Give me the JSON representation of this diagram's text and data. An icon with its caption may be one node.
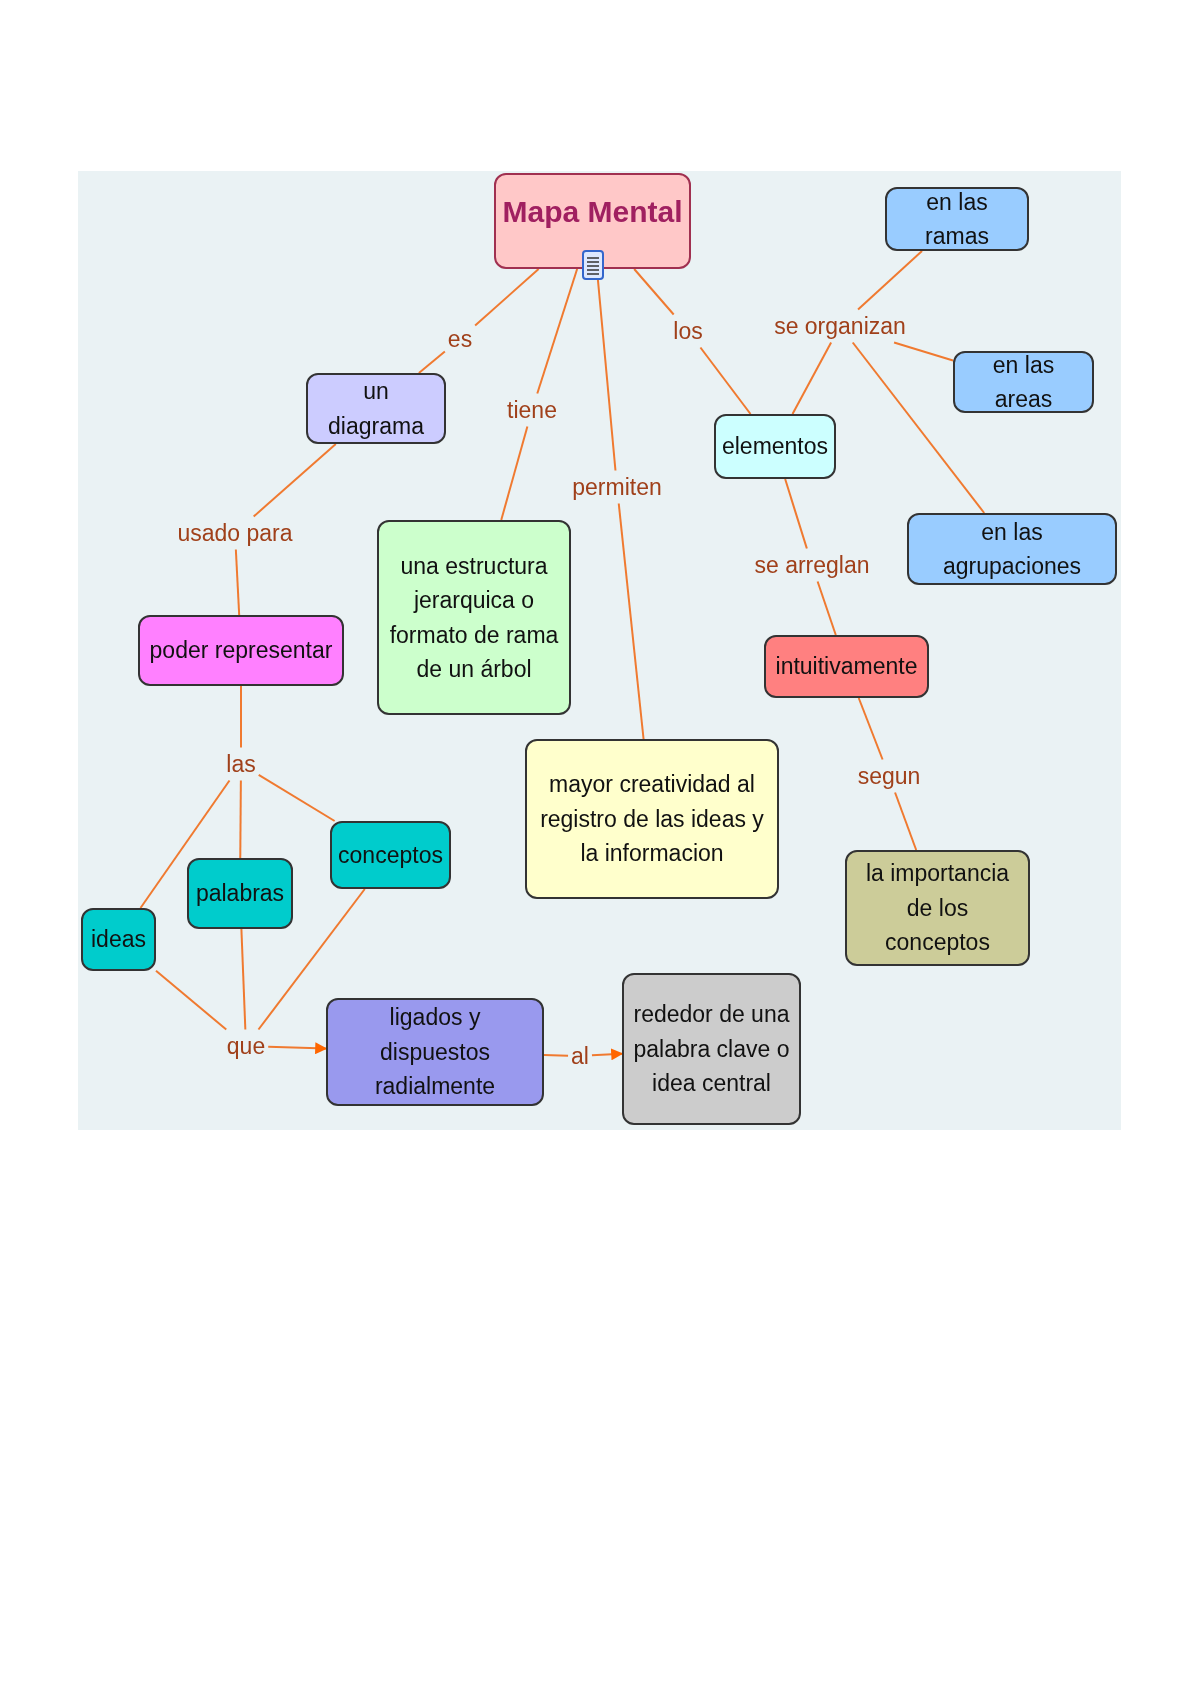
{
  "diagram": {
    "nodes": [
      {
        "text": [
          "Mapa Mental"
        ]
      },
      {
        "text": [
          "es"
        ]
      },
      {
        "text": [
          "un diagrama"
        ]
      },
      {
        "text": [
          "tiene"
        ]
      },
      {
        "text": [
          "una estructura jerarquica o formato de rama de un árbol"
        ]
      },
      {
        "text": [
          "permiten"
        ]
      },
      {
        "text": [
          "mayor creatividad al registro de las ideas y la informacion"
        ]
      },
      {
        "text": [
          "los"
        ]
      },
      {
        "text": [
          "elementos"
        ]
      },
      {
        "text": [
          "se organizan"
        ]
      },
      {
        "text": [
          "en las ramas"
        ]
      },
      {
        "text": [
          "en las areas"
        ]
      },
      {
        "text": [
          "en las agrupaciones"
        ]
      },
      {
        "text": [
          "se arreglan"
        ]
      },
      {
        "text": [
          "intuitivamente"
        ]
      },
      {
        "text": [
          "segun"
        ]
      },
      {
        "text": [
          "la importancia de los conceptos"
        ]
      },
      {
        "text": [
          "usado para"
        ]
      },
      {
        "text": [
          "poder representar"
        ]
      },
      {
        "text": [
          "las"
        ]
      },
      {
        "text": [
          "ideas"
        ]
      },
      {
        "text": [
          "palabras"
        ]
      },
      {
        "text": [
          "conceptos"
        ]
      },
      {
        "text": [
          "que"
        ]
      },
      {
        "text": [
          "ligados y dispuestos radialmente"
        ]
      },
      {
        "text": [
          "al"
        ]
      },
      {
        "text": [
          "rededor de una palabra clave o idea central"
        ]
      }
    ],
    "edges": [
      {
        "from": 0,
        "to": 1,
        "arrow": "none"
      },
      {
        "from": 1,
        "to": 2,
        "arrow": "none"
      },
      {
        "from": 0,
        "to": 3,
        "arrow": "none"
      },
      {
        "from": 3,
        "to": 4,
        "arrow": "none"
      },
      {
        "from": 0,
        "to": 5,
        "arrow": "none"
      },
      {
        "from": 5,
        "to": 6,
        "arrow": "none"
      },
      {
        "from": 0,
        "to": 7,
        "arrow": "none"
      },
      {
        "from": 7,
        "to": 8,
        "arrow": "none"
      },
      {
        "from": 8,
        "to": 9,
        "arrow": "none"
      },
      {
        "from": 9,
        "to": 10,
        "arrow": "none"
      },
      {
        "from": 9,
        "to": 11,
        "arrow": "none"
      },
      {
        "from": 9,
        "to": 12,
        "arrow": "none"
      },
      {
        "from": 8,
        "to": 13,
        "arrow": "none"
      },
      {
        "from": 13,
        "to": 14,
        "arrow": "none"
      },
      {
        "from": 14,
        "to": 15,
        "arrow": "none"
      },
      {
        "from": 15,
        "to": 16,
        "arrow": "none"
      },
      {
        "from": 2,
        "to": 17,
        "arrow": "none"
      },
      {
        "from": 17,
        "to": 18,
        "arrow": "none"
      },
      {
        "from": 18,
        "to": 19,
        "arrow": "none"
      },
      {
        "from": 19,
        "to": 20,
        "arrow": "none"
      },
      {
        "from": 19,
        "to": 21,
        "arrow": "none"
      },
      {
        "from": 19,
        "to": 22,
        "arrow": "none"
      },
      {
        "from": 20,
        "to": 23,
        "arrow": "none"
      },
      {
        "from": 21,
        "to": 23,
        "arrow": "none"
      },
      {
        "from": 22,
        "to": 23,
        "arrow": "none"
      },
      {
        "from": 23,
        "to": 24,
        "arrow": "to"
      },
      {
        "from": 24,
        "to": 25,
        "arrow": "none"
      },
      {
        "from": 25,
        "to": 26,
        "arrow": "to"
      }
    ]
  }
}
